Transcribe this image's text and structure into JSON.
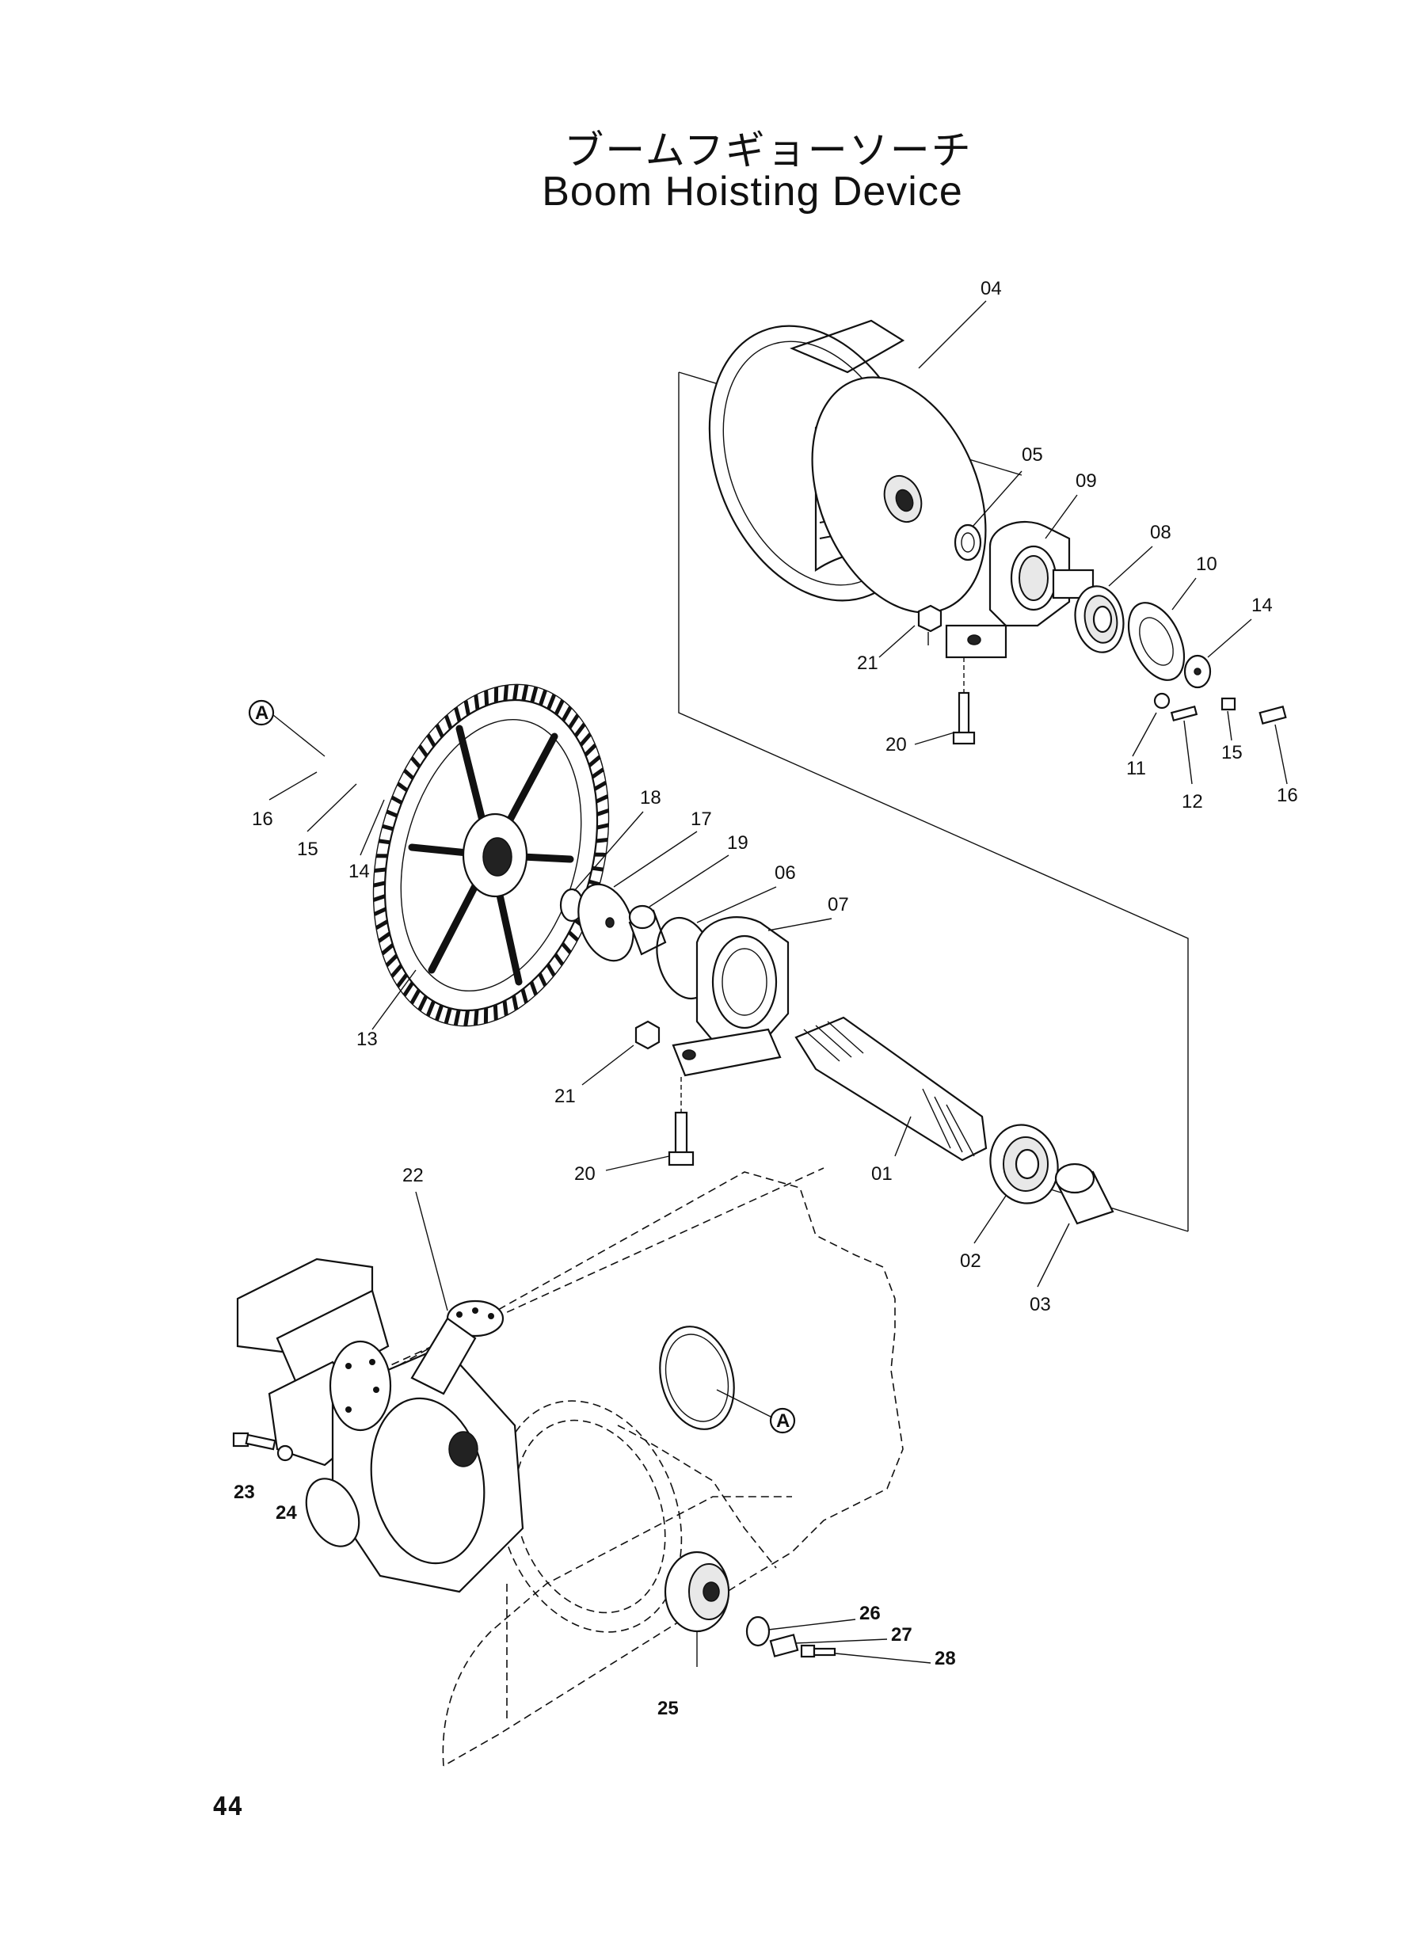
{
  "title": {
    "japanese": "ブームフギョーソーチ",
    "english": "Boom Hoisting Device"
  },
  "page_number": "44",
  "callouts": [
    {
      "id": "04",
      "label": "04"
    },
    {
      "id": "05",
      "label": "05"
    },
    {
      "id": "09",
      "label": "09"
    },
    {
      "id": "08",
      "label": "08"
    },
    {
      "id": "10",
      "label": "10"
    },
    {
      "id": "14-upper",
      "label": "14"
    },
    {
      "id": "21-upper",
      "label": "21"
    },
    {
      "id": "20-upper",
      "label": "20"
    },
    {
      "id": "11",
      "label": "11"
    },
    {
      "id": "12",
      "label": "12"
    },
    {
      "id": "15-upper",
      "label": "15"
    },
    {
      "id": "16-upper",
      "label": "16"
    },
    {
      "id": "A-upper",
      "label": "A"
    },
    {
      "id": "16-left",
      "label": "16"
    },
    {
      "id": "15-left",
      "label": "15"
    },
    {
      "id": "14-left",
      "label": "14"
    },
    {
      "id": "18",
      "label": "18"
    },
    {
      "id": "17",
      "label": "17"
    },
    {
      "id": "19",
      "label": "19"
    },
    {
      "id": "06",
      "label": "06"
    },
    {
      "id": "07",
      "label": "07"
    },
    {
      "id": "13",
      "label": "13"
    },
    {
      "id": "21-middle",
      "label": "21"
    },
    {
      "id": "20-middle",
      "label": "20"
    },
    {
      "id": "01",
      "label": "01"
    },
    {
      "id": "02",
      "label": "02"
    },
    {
      "id": "03",
      "label": "03"
    },
    {
      "id": "22",
      "label": "22"
    },
    {
      "id": "A-lower",
      "label": "A"
    },
    {
      "id": "23",
      "label": "23"
    },
    {
      "id": "24",
      "label": "24"
    },
    {
      "id": "25",
      "label": "25"
    },
    {
      "id": "26",
      "label": "26"
    },
    {
      "id": "27",
      "label": "27"
    },
    {
      "id": "28",
      "label": "28"
    }
  ]
}
